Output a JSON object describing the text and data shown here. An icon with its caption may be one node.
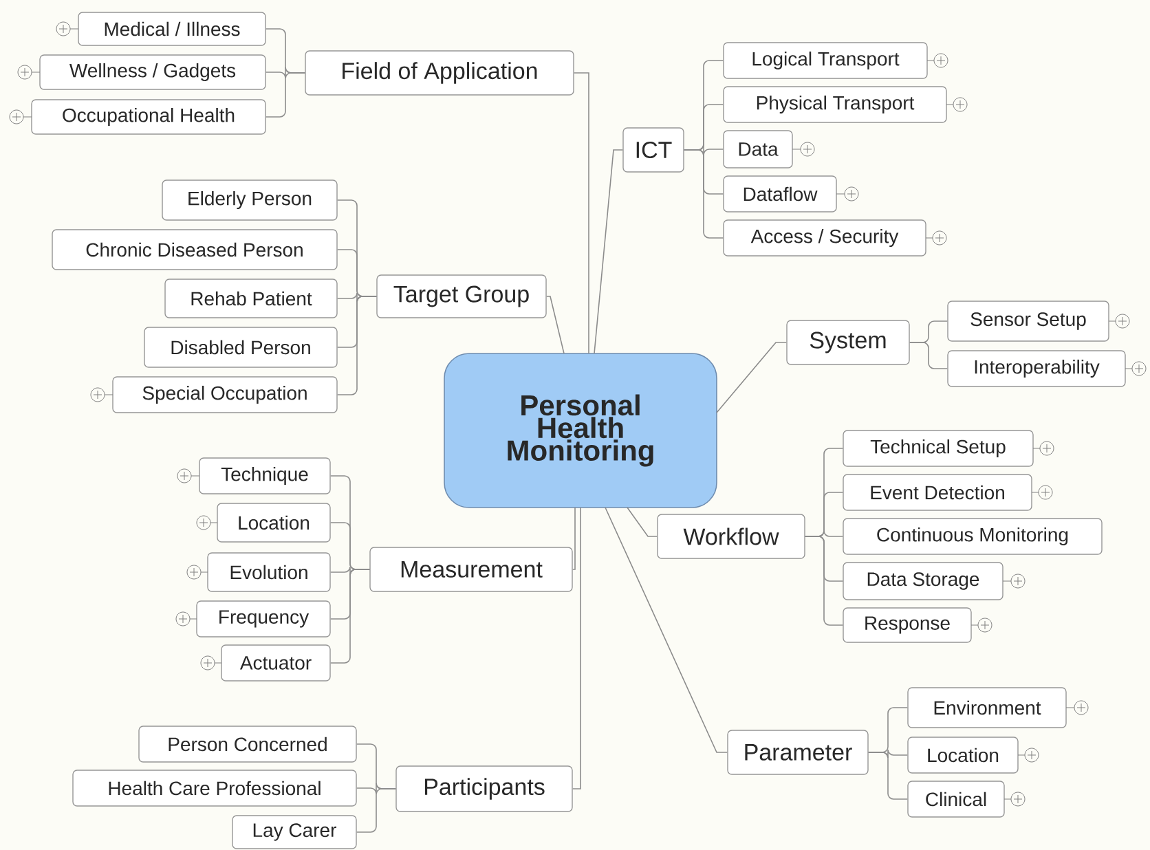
{
  "diagram": {
    "nodes": [
      {
        "text": [
          "Personal Health Monitoring"
        ]
      },
      {
        "text": [
          "Field of Application"
        ]
      },
      {
        "text": [
          "Medical / Illness"
        ]
      },
      {
        "text": [
          "Wellness / Gadgets"
        ]
      },
      {
        "text": [
          "Occupational Health"
        ]
      },
      {
        "text": [
          "Target Group"
        ]
      },
      {
        "text": [
          "Elderly Person"
        ]
      },
      {
        "text": [
          "Chronic Diseased Person"
        ]
      },
      {
        "text": [
          "Rehab Patient"
        ]
      },
      {
        "text": [
          "Disabled Person"
        ]
      },
      {
        "text": [
          "Special Occupation"
        ]
      },
      {
        "text": [
          "Measurement"
        ]
      },
      {
        "text": [
          "Technique"
        ]
      },
      {
        "text": [
          "Location"
        ]
      },
      {
        "text": [
          "Evolution"
        ]
      },
      {
        "text": [
          "Frequency"
        ]
      },
      {
        "text": [
          "Actuator"
        ]
      },
      {
        "text": [
          "Participants"
        ]
      },
      {
        "text": [
          "Person Concerned"
        ]
      },
      {
        "text": [
          "Health Care Professional"
        ]
      },
      {
        "text": [
          "Lay Carer"
        ]
      },
      {
        "text": [
          "ICT"
        ]
      },
      {
        "text": [
          "Logical Transport"
        ]
      },
      {
        "text": [
          "Physical Transport"
        ]
      },
      {
        "text": [
          "Data"
        ]
      },
      {
        "text": [
          "Dataflow"
        ]
      },
      {
        "text": [
          "Access / Security"
        ]
      },
      {
        "text": [
          "System"
        ]
      },
      {
        "text": [
          "Sensor Setup"
        ]
      },
      {
        "text": [
          "Interoperability"
        ]
      },
      {
        "text": [
          "Workflow"
        ]
      },
      {
        "text": [
          "Technical Setup"
        ]
      },
      {
        "text": [
          "Event Detection"
        ]
      },
      {
        "text": [
          "Continuous Monitoring"
        ]
      },
      {
        "text": [
          "Data Storage"
        ]
      },
      {
        "text": [
          "Response"
        ]
      },
      {
        "text": [
          "Parameter"
        ]
      },
      {
        "text": [
          "Environment"
        ]
      },
      {
        "text": [
          "Location"
        ]
      },
      {
        "text": [
          "Clinical"
        ]
      }
    ],
    "edges": [
      {
        "from": 0,
        "to": 1,
        "arrow": "none"
      },
      {
        "from": 1,
        "to": 2,
        "arrow": "none"
      },
      {
        "from": 1,
        "to": 3,
        "arrow": "none"
      },
      {
        "from": 1,
        "to": 4,
        "arrow": "none"
      },
      {
        "from": 0,
        "to": 5,
        "arrow": "none"
      },
      {
        "from": 5,
        "to": 6,
        "arrow": "none"
      },
      {
        "from": 5,
        "to": 7,
        "arrow": "none"
      },
      {
        "from": 5,
        "to": 8,
        "arrow": "none"
      },
      {
        "from": 5,
        "to": 9,
        "arrow": "none"
      },
      {
        "from": 5,
        "to": 10,
        "arrow": "none"
      },
      {
        "from": 0,
        "to": 11,
        "arrow": "none"
      },
      {
        "from": 11,
        "to": 12,
        "arrow": "none"
      },
      {
        "from": 11,
        "to": 13,
        "arrow": "none"
      },
      {
        "from": 11,
        "to": 14,
        "arrow": "none"
      },
      {
        "from": 11,
        "to": 15,
        "arrow": "none"
      },
      {
        "from": 11,
        "to": 16,
        "arrow": "none"
      },
      {
        "from": 0,
        "to": 17,
        "arrow": "none"
      },
      {
        "from": 17,
        "to": 18,
        "arrow": "none"
      },
      {
        "from": 17,
        "to": 19,
        "arrow": "none"
      },
      {
        "from": 17,
        "to": 20,
        "arrow": "none"
      },
      {
        "from": 0,
        "to": 21,
        "arrow": "none"
      },
      {
        "from": 21,
        "to": 22,
        "arrow": "none"
      },
      {
        "from": 21,
        "to": 23,
        "arrow": "none"
      },
      {
        "from": 21,
        "to": 24,
        "arrow": "none"
      },
      {
        "from": 21,
        "to": 25,
        "arrow": "none"
      },
      {
        "from": 21,
        "to": 26,
        "arrow": "none"
      },
      {
        "from": 0,
        "to": 27,
        "arrow": "none"
      },
      {
        "from": 27,
        "to": 28,
        "arrow": "none"
      },
      {
        "from": 27,
        "to": 29,
        "arrow": "none"
      },
      {
        "from": 0,
        "to": 30,
        "arrow": "none"
      },
      {
        "from": 30,
        "to": 31,
        "arrow": "none"
      },
      {
        "from": 30,
        "to": 32,
        "arrow": "none"
      },
      {
        "from": 30,
        "to": 33,
        "arrow": "none"
      },
      {
        "from": 30,
        "to": 34,
        "arrow": "none"
      },
      {
        "from": 30,
        "to": 35,
        "arrow": "none"
      },
      {
        "from": 0,
        "to": 36,
        "arrow": "none"
      },
      {
        "from": 36,
        "to": 37,
        "arrow": "none"
      },
      {
        "from": 36,
        "to": 38,
        "arrow": "none"
      },
      {
        "from": 36,
        "to": 39,
        "arrow": "none"
      }
    ]
  }
}
